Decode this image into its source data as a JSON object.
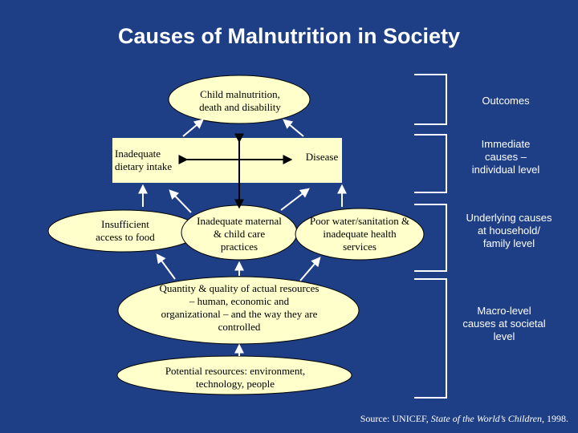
{
  "title": "Causes of Malnutrition in Society",
  "nodes": {
    "outcome": "Child malnutrition, death and disability",
    "dietary_intake": "Inadequate dietary intake",
    "disease": "Disease",
    "food_access": "Insufficient access to food",
    "care_practices": "Inadequate maternal & child care practices",
    "water_sanitation": "Poor water/sanitation & inadequate health services",
    "actual_resources": "Quantity & quality of actual resources – human, economic and organizational – and the way they are controlled",
    "potential_resources": "Potential resources: environment, technology, people"
  },
  "levels": {
    "outcomes": "Outcomes",
    "immediate": "Immediate causes – individual level",
    "underlying": "Underlying causes at household/ family level",
    "macro": "Macro-level causes at societal level"
  },
  "source": {
    "prefix": "Source: UNICEF, ",
    "publication": "State of the World’s Children",
    "suffix": ", 1998."
  },
  "colors": {
    "background": "#1e3f86",
    "node_fill": "#ffffcc",
    "text_light": "#ffffff",
    "arrow": "#ffffff"
  }
}
